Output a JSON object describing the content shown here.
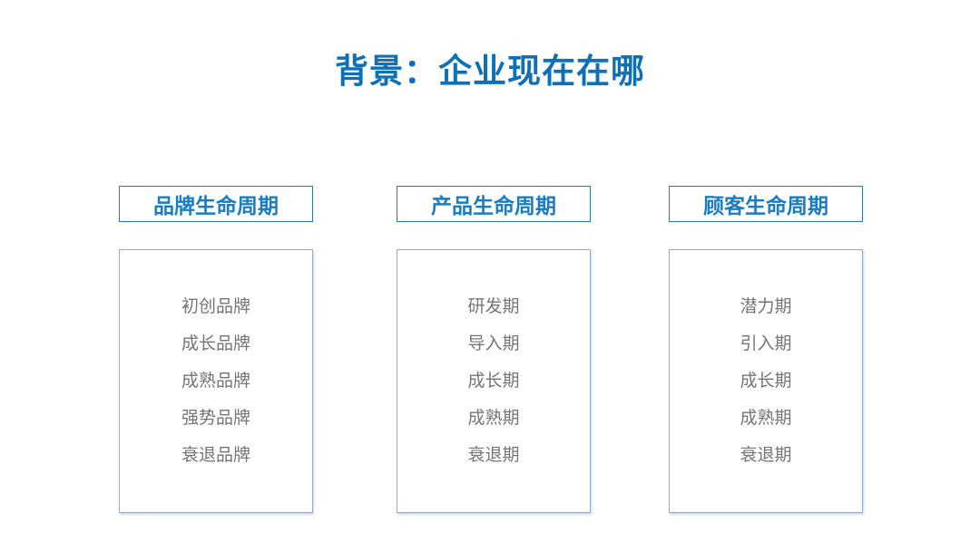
{
  "slide": {
    "title": "背景：企业现在在哪",
    "columns": [
      {
        "header": "品牌生命周期",
        "items": [
          "初创品牌",
          "成长品牌",
          "成熟品牌",
          "强势品牌",
          "衰退品牌"
        ]
      },
      {
        "header": "产品生命周期",
        "items": [
          "研发期",
          "导入期",
          "成长期",
          "成熟期",
          "衰退期"
        ]
      },
      {
        "header": "顾客生命周期",
        "items": [
          "潜力期",
          "引入期",
          "成长期",
          "成熟期",
          "衰退期"
        ]
      }
    ],
    "colors": {
      "background": "#FFFFFF",
      "title_text": "#0E71B8",
      "header_text": "#1A7CC2",
      "header_border": "#2E75B6",
      "list_box_border": "#8FAADC",
      "item_text": "#757575"
    }
  }
}
